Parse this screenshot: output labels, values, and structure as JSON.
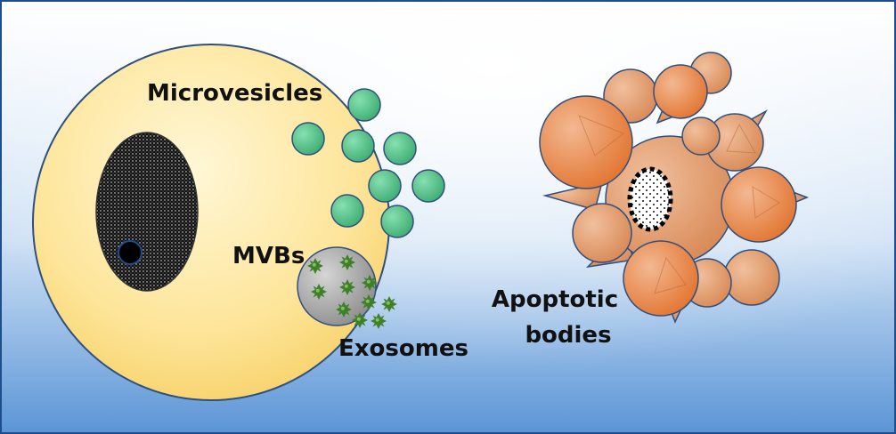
{
  "labels": {
    "microvesicles": "Microvesicles",
    "mvbs": "MVBs",
    "exosomes": "Exosomes",
    "apoptotic_line1": "Apoptotic",
    "apoptotic_line2": "bodies"
  },
  "colors": {
    "frame_border": "#1f4e8c",
    "background_top": "#ffffff",
    "background_bottom": "#5b95d6",
    "cell_fill_light": "#fff6cc",
    "cell_fill_dark": "#f8d774",
    "cell_outline": "#2f4f7f",
    "nucleus_fill": "#111111",
    "microvesicle_fill": "#54c08a",
    "mvb_fill": "#a9a9a9",
    "exosome_fill": "#3f7f2a",
    "apoptotic_cell_fill": "#e59a66",
    "apoptotic_bleb_fill": "#e87a32"
  },
  "icons": {
    "microvesicle": "green-circle",
    "exosome": "spiky-green-dot",
    "apoptotic-body": "orange-circle"
  }
}
